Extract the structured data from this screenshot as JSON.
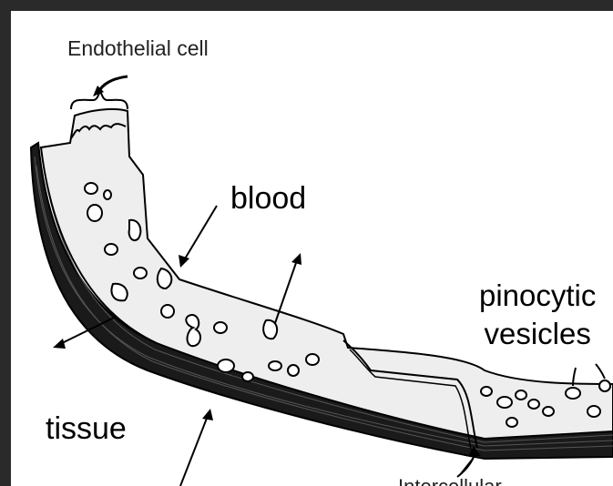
{
  "figure": {
    "labels": {
      "endothelial_cell": "Endothelial cell",
      "blood": "blood",
      "pinocytic_vesicles_line1": "pinocytic",
      "pinocytic_vesicles_line2": "vesicles",
      "tissue": "tissue",
      "intercellular_partial": "Intercellular"
    },
    "colors": {
      "background": "#ffffff",
      "frame": "#2a2a2a",
      "cell_fill": "#eeeeee",
      "ink": "#000000"
    }
  }
}
